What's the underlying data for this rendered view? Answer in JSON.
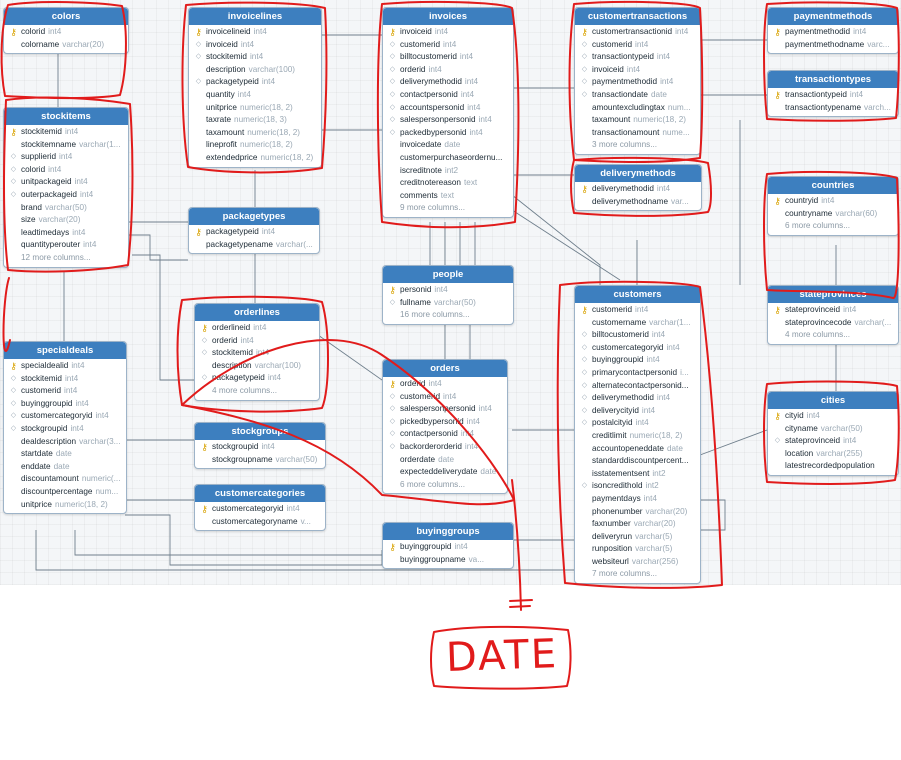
{
  "annotation": {
    "note": "DATE",
    "color": "#e11b1b"
  },
  "colors": {
    "header": "#3d7fbf",
    "pk_key": "#d8a200",
    "link": "#6f7f8c",
    "annotation": "#e11b1b"
  },
  "entities": [
    {
      "id": "colors",
      "title": "colors",
      "fields": [
        {
          "n": "colorid",
          "t": "int4",
          "k": "pk"
        },
        {
          "n": "colorname",
          "t": "varchar(20)",
          "k": "none"
        }
      ]
    },
    {
      "id": "stockitems",
      "title": "stockitems",
      "fields": [
        {
          "n": "stockitemid",
          "t": "int4",
          "k": "pk"
        },
        {
          "n": "stockitemname",
          "t": "varchar(1...",
          "k": "none"
        },
        {
          "n": "supplierid",
          "t": "int4",
          "k": "fk"
        },
        {
          "n": "colorid",
          "t": "int4",
          "k": "fk"
        },
        {
          "n": "unitpackageid",
          "t": "int4",
          "k": "fk"
        },
        {
          "n": "outerpackageid",
          "t": "int4",
          "k": "fk"
        },
        {
          "n": "brand",
          "t": "varchar(50)",
          "k": "none"
        },
        {
          "n": "size",
          "t": "varchar(20)",
          "k": "none"
        },
        {
          "n": "leadtimedays",
          "t": "int4",
          "k": "none"
        },
        {
          "n": "quantityperouter",
          "t": "int4",
          "k": "none"
        }
      ],
      "more": "12 more columns..."
    },
    {
      "id": "invoicelines",
      "title": "invoicelines",
      "fields": [
        {
          "n": "invoicelineid",
          "t": "int4",
          "k": "pk"
        },
        {
          "n": "invoiceid",
          "t": "int4",
          "k": "fk"
        },
        {
          "n": "stockitemid",
          "t": "int4",
          "k": "fk"
        },
        {
          "n": "description",
          "t": "varchar(100)",
          "k": "none"
        },
        {
          "n": "packagetypeid",
          "t": "int4",
          "k": "fk"
        },
        {
          "n": "quantity",
          "t": "int4",
          "k": "none"
        },
        {
          "n": "unitprice",
          "t": "numeric(18, 2)",
          "k": "none"
        },
        {
          "n": "taxrate",
          "t": "numeric(18, 3)",
          "k": "none"
        },
        {
          "n": "taxamount",
          "t": "numeric(18, 2)",
          "k": "none"
        },
        {
          "n": "lineprofit",
          "t": "numeric(18, 2)",
          "k": "none"
        },
        {
          "n": "extendedprice",
          "t": "numeric(18, 2)",
          "k": "none"
        }
      ]
    },
    {
      "id": "invoices",
      "title": "invoices",
      "fields": [
        {
          "n": "invoiceid",
          "t": "int4",
          "k": "pk"
        },
        {
          "n": "customerid",
          "t": "int4",
          "k": "fk"
        },
        {
          "n": "billtocustomerid",
          "t": "int4",
          "k": "fk"
        },
        {
          "n": "orderid",
          "t": "int4",
          "k": "fk"
        },
        {
          "n": "deliverymethodid",
          "t": "int4",
          "k": "fk"
        },
        {
          "n": "contactpersonid",
          "t": "int4",
          "k": "fk"
        },
        {
          "n": "accountspersonid",
          "t": "int4",
          "k": "fk"
        },
        {
          "n": "salespersonpersonid",
          "t": "int4",
          "k": "fk"
        },
        {
          "n": "packedbypersonid",
          "t": "int4",
          "k": "fk"
        },
        {
          "n": "invoicedate",
          "t": "date",
          "k": "none"
        },
        {
          "n": "customerpurchaseordernu...",
          "t": "",
          "k": "none"
        },
        {
          "n": "iscreditnote",
          "t": "int2",
          "k": "none"
        },
        {
          "n": "creditnotereason",
          "t": "text",
          "k": "none"
        },
        {
          "n": "comments",
          "t": "text",
          "k": "none"
        }
      ],
      "more": "9 more columns..."
    },
    {
      "id": "customertransactions",
      "title": "customertransactions",
      "fields": [
        {
          "n": "customertransactionid",
          "t": "int4",
          "k": "pk"
        },
        {
          "n": "customerid",
          "t": "int4",
          "k": "fk"
        },
        {
          "n": "transactiontypeid",
          "t": "int4",
          "k": "fk"
        },
        {
          "n": "invoiceid",
          "t": "int4",
          "k": "fk"
        },
        {
          "n": "paymentmethodid",
          "t": "int4",
          "k": "fk"
        },
        {
          "n": "transactiondate",
          "t": "date",
          "k": "fk"
        },
        {
          "n": "amountexcludingtax",
          "t": "num...",
          "k": "none"
        },
        {
          "n": "taxamount",
          "t": "numeric(18, 2)",
          "k": "none"
        },
        {
          "n": "transactionamount",
          "t": "nume...",
          "k": "none"
        }
      ],
      "more": "3 more columns..."
    },
    {
      "id": "paymentmethods",
      "title": "paymentmethods",
      "fields": [
        {
          "n": "paymentmethodid",
          "t": "int4",
          "k": "pk"
        },
        {
          "n": "paymentmethodname",
          "t": "varc...",
          "k": "none"
        }
      ]
    },
    {
      "id": "transactiontypes",
      "title": "transactiontypes",
      "fields": [
        {
          "n": "transactiontypeid",
          "t": "int4",
          "k": "pk"
        },
        {
          "n": "transactiontypename",
          "t": "varch...",
          "k": "none"
        }
      ]
    },
    {
      "id": "deliverymethods",
      "title": "deliverymethods",
      "fields": [
        {
          "n": "deliverymethodid",
          "t": "int4",
          "k": "pk"
        },
        {
          "n": "deliverymethodname",
          "t": "var...",
          "k": "none"
        }
      ]
    },
    {
      "id": "countries",
      "title": "countries",
      "fields": [
        {
          "n": "countryid",
          "t": "int4",
          "k": "pk"
        },
        {
          "n": "countryname",
          "t": "varchar(60)",
          "k": "none"
        }
      ],
      "more": "6 more columns..."
    },
    {
      "id": "packagetypes",
      "title": "packagetypes",
      "fields": [
        {
          "n": "packagetypeid",
          "t": "int4",
          "k": "pk"
        },
        {
          "n": "packagetypename",
          "t": "varchar(...",
          "k": "none"
        }
      ]
    },
    {
      "id": "people",
      "title": "people",
      "fields": [
        {
          "n": "personid",
          "t": "int4",
          "k": "pk"
        },
        {
          "n": "fullname",
          "t": "varchar(50)",
          "k": "fk"
        }
      ],
      "more": "16 more columns..."
    },
    {
      "id": "orderlines",
      "title": "orderlines",
      "fields": [
        {
          "n": "orderlineid",
          "t": "int4",
          "k": "pk"
        },
        {
          "n": "orderid",
          "t": "int4",
          "k": "fk"
        },
        {
          "n": "stockitemid",
          "t": "int4",
          "k": "fk"
        },
        {
          "n": "description",
          "t": "varchar(100)",
          "k": "none"
        },
        {
          "n": "packagetypeid",
          "t": "int4",
          "k": "fk"
        }
      ],
      "more": "4 more columns..."
    },
    {
      "id": "customers",
      "title": "customers",
      "fields": [
        {
          "n": "customerid",
          "t": "int4",
          "k": "pk"
        },
        {
          "n": "customername",
          "t": "varchar(1...",
          "k": "none"
        },
        {
          "n": "billtocustomerid",
          "t": "int4",
          "k": "fk"
        },
        {
          "n": "customercategoryid",
          "t": "int4",
          "k": "fk"
        },
        {
          "n": "buyinggroupid",
          "t": "int4",
          "k": "fk"
        },
        {
          "n": "primarycontactpersonid",
          "t": "i...",
          "k": "fk"
        },
        {
          "n": "alternatecontactpersonid...",
          "t": "",
          "k": "fk"
        },
        {
          "n": "deliverymethodid",
          "t": "int4",
          "k": "fk"
        },
        {
          "n": "deliverycityid",
          "t": "int4",
          "k": "fk"
        },
        {
          "n": "postalcityid",
          "t": "int4",
          "k": "fk"
        },
        {
          "n": "creditlimit",
          "t": "numeric(18, 2)",
          "k": "none"
        },
        {
          "n": "accountopeneddate",
          "t": "date",
          "k": "none"
        },
        {
          "n": "standarddiscountpercent...",
          "t": "",
          "k": "none"
        },
        {
          "n": "isstatementsent",
          "t": "int2",
          "k": "none"
        },
        {
          "n": "isoncredithold",
          "t": "int2",
          "k": "fk"
        },
        {
          "n": "paymentdays",
          "t": "int4",
          "k": "none"
        },
        {
          "n": "phonenumber",
          "t": "varchar(20)",
          "k": "none"
        },
        {
          "n": "faxnumber",
          "t": "varchar(20)",
          "k": "none"
        },
        {
          "n": "deliveryrun",
          "t": "varchar(5)",
          "k": "none"
        },
        {
          "n": "runposition",
          "t": "varchar(5)",
          "k": "none"
        },
        {
          "n": "websiteurl",
          "t": "varchar(256)",
          "k": "none"
        }
      ],
      "more": "7 more columns..."
    },
    {
      "id": "stateprovinces",
      "title": "stateprovinces",
      "fields": [
        {
          "n": "stateprovinceid",
          "t": "int4",
          "k": "pk"
        },
        {
          "n": "stateprovincecode",
          "t": "varchar(...",
          "k": "none"
        }
      ],
      "more": "4 more columns..."
    },
    {
      "id": "specialdeals",
      "title": "specialdeals",
      "fields": [
        {
          "n": "specialdealid",
          "t": "int4",
          "k": "pk"
        },
        {
          "n": "stockitemid",
          "t": "int4",
          "k": "fk"
        },
        {
          "n": "customerid",
          "t": "int4",
          "k": "fk"
        },
        {
          "n": "buyinggroupid",
          "t": "int4",
          "k": "fk"
        },
        {
          "n": "customercategoryid",
          "t": "int4",
          "k": "fk"
        },
        {
          "n": "stockgroupid",
          "t": "int4",
          "k": "fk"
        },
        {
          "n": "dealdescription",
          "t": "varchar(3...",
          "k": "none"
        },
        {
          "n": "startdate",
          "t": "date",
          "k": "none"
        },
        {
          "n": "enddate",
          "t": "date",
          "k": "none"
        },
        {
          "n": "discountamount",
          "t": "numeric(...",
          "k": "none"
        },
        {
          "n": "discountpercentage",
          "t": "num...",
          "k": "none"
        },
        {
          "n": "unitprice",
          "t": "numeric(18, 2)",
          "k": "none"
        }
      ]
    },
    {
      "id": "orders",
      "title": "orders",
      "fields": [
        {
          "n": "orderid",
          "t": "int4",
          "k": "pk"
        },
        {
          "n": "customerid",
          "t": "int4",
          "k": "fk"
        },
        {
          "n": "salespersonpersonid",
          "t": "int4",
          "k": "fk"
        },
        {
          "n": "pickedbypersonid",
          "t": "int4",
          "k": "fk"
        },
        {
          "n": "contactpersonid",
          "t": "int4",
          "k": "fk"
        },
        {
          "n": "backorderorderid",
          "t": "int4",
          "k": "fk"
        },
        {
          "n": "orderdate",
          "t": "date",
          "k": "none"
        },
        {
          "n": "expecteddeliverydate",
          "t": "date",
          "k": "none"
        }
      ],
      "more": "6 more columns..."
    },
    {
      "id": "cities",
      "title": "cities",
      "fields": [
        {
          "n": "cityid",
          "t": "int4",
          "k": "pk"
        },
        {
          "n": "cityname",
          "t": "varchar(50)",
          "k": "none"
        },
        {
          "n": "stateprovinceid",
          "t": "int4",
          "k": "fk"
        },
        {
          "n": "location",
          "t": "varchar(255)",
          "k": "none"
        },
        {
          "n": "latestrecordedpopulation",
          "t": "",
          "k": "none"
        }
      ]
    },
    {
      "id": "stockgroups",
      "title": "stockgroups",
      "fields": [
        {
          "n": "stockgroupid",
          "t": "int4",
          "k": "pk"
        },
        {
          "n": "stockgroupname",
          "t": "varchar(50)",
          "k": "none"
        }
      ]
    },
    {
      "id": "customercategories",
      "title": "customercategories",
      "fields": [
        {
          "n": "customercategoryid",
          "t": "int4",
          "k": "pk"
        },
        {
          "n": "customercategoryname",
          "t": "v...",
          "k": "none"
        }
      ]
    },
    {
      "id": "buyinggroups",
      "title": "buyinggroups",
      "fields": [
        {
          "n": "buyinggroupid",
          "t": "int4",
          "k": "pk"
        },
        {
          "n": "buyinggroupname",
          "t": "va...",
          "k": "none"
        }
      ]
    }
  ]
}
